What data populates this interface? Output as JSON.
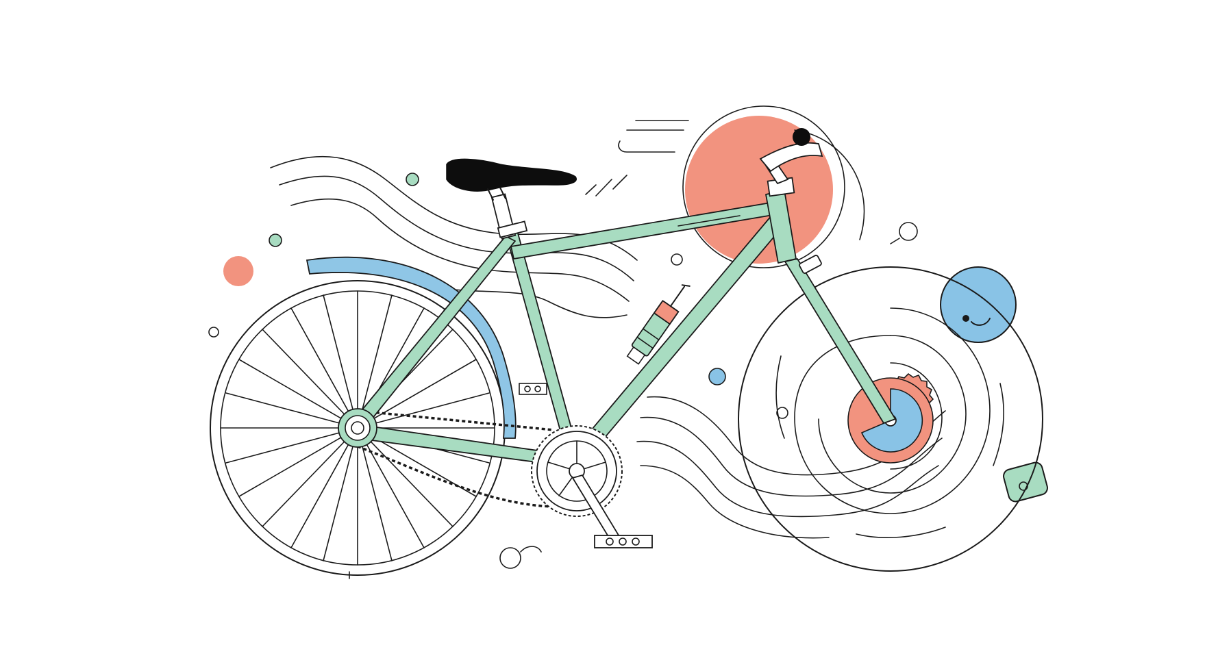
{
  "illustration": {
    "subject": "bicycle",
    "colors": {
      "background": "#ffffff",
      "frame": "#a8dcc1",
      "fender": "#8fc6e6",
      "coral": "#f2937f",
      "blue_circle": "#89c3e6",
      "saddle": "#0d0d0d",
      "line": "#1a1a1a"
    },
    "icons": [
      "bicycle-illustration",
      "rear-wheel",
      "front-wheel",
      "frame",
      "saddle",
      "handlebar",
      "chainring",
      "rear-cog",
      "chain",
      "pedal",
      "fender",
      "coral-sun-circle",
      "blue-smile-circle",
      "green-square",
      "bottle-item",
      "speed-lines",
      "decorative-dots"
    ]
  }
}
